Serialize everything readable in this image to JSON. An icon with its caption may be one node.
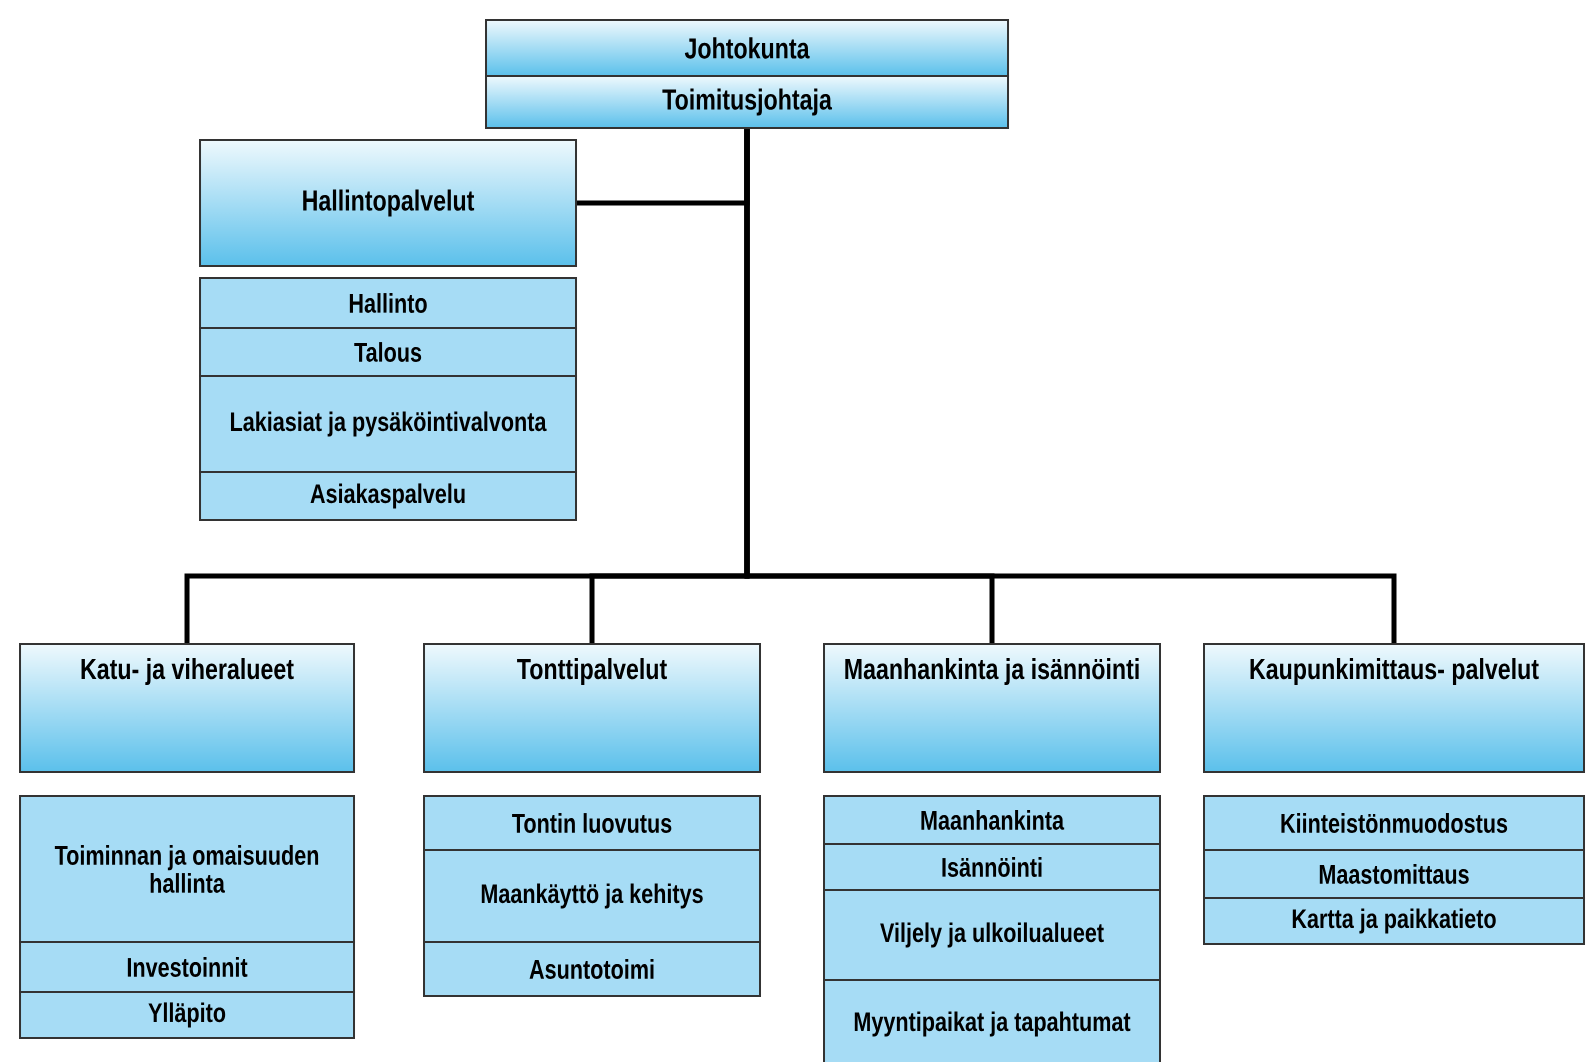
{
  "diagram": {
    "nodes": [
      {
        "text": [
          "Johtokunta"
        ]
      },
      {
        "text": [
          "Toimitusjohtaja"
        ]
      },
      {
        "text": [
          "Hallintopalvelut"
        ]
      },
      {
        "text": [
          "Hallinto"
        ]
      },
      {
        "text": [
          "Talous"
        ]
      },
      {
        "text": [
          "Lakiasiat ja pysäköintivalvonta"
        ]
      },
      {
        "text": [
          "Asiakaspalvelu"
        ]
      },
      {
        "text": [
          "Katu- ja viheralueet"
        ]
      },
      {
        "text": [
          "Tonttipalvelut"
        ]
      },
      {
        "text": [
          "Maanhankinta ja isännöinti"
        ]
      },
      {
        "text": [
          "Kaupunkimittaus- palvelut"
        ]
      },
      {
        "text": [
          "Toiminnan ja omaisuuden hallinta"
        ]
      },
      {
        "text": [
          "Investoinnit"
        ]
      },
      {
        "text": [
          "Ylläpito"
        ]
      },
      {
        "text": [
          "Tontin luovutus"
        ]
      },
      {
        "text": [
          "Maankäyttö ja kehitys"
        ]
      },
      {
        "text": [
          "Asuntotoimi"
        ]
      },
      {
        "text": [
          "Maanhankinta"
        ]
      },
      {
        "text": [
          "Isännöinti"
        ]
      },
      {
        "text": [
          "Viljely ja ulkoilualueet"
        ]
      },
      {
        "text": [
          "Myyntipaikat ja tapahtumat"
        ]
      },
      {
        "text": [
          "Kiinteistönmuodostus"
        ]
      },
      {
        "text": [
          "Maastomittaus"
        ]
      },
      {
        "text": [
          "Kartta ja paikkatieto"
        ]
      }
    ],
    "edges": [
      {
        "from": 1,
        "to": 2,
        "arrow": "none"
      },
      {
        "from": 1,
        "to": 7,
        "arrow": "none"
      },
      {
        "from": 1,
        "to": 8,
        "arrow": "none"
      },
      {
        "from": 1,
        "to": 9,
        "arrow": "none"
      },
      {
        "from": 1,
        "to": 10,
        "arrow": "none"
      }
    ]
  }
}
